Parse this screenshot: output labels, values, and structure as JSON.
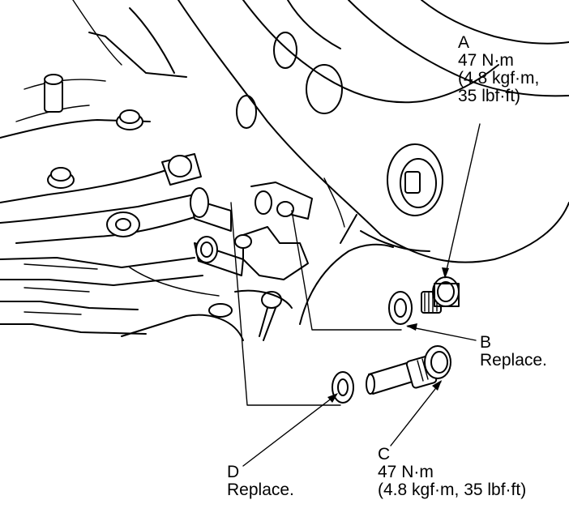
{
  "callouts": {
    "A": {
      "letter": "A",
      "torque": "47 N·m",
      "torque_alt_1": "(4.8 kgf·m,",
      "torque_alt_2": "35 lbf·ft)"
    },
    "B": {
      "letter": "B",
      "note": "Replace."
    },
    "C": {
      "letter": "C",
      "torque": "47 N·m",
      "torque_alt": "(4.8 kgf·m, 35 lbf·ft)"
    },
    "D": {
      "letter": "D",
      "note": "Replace."
    }
  },
  "colors": {
    "line": "#000000",
    "background": "#ffffff"
  }
}
